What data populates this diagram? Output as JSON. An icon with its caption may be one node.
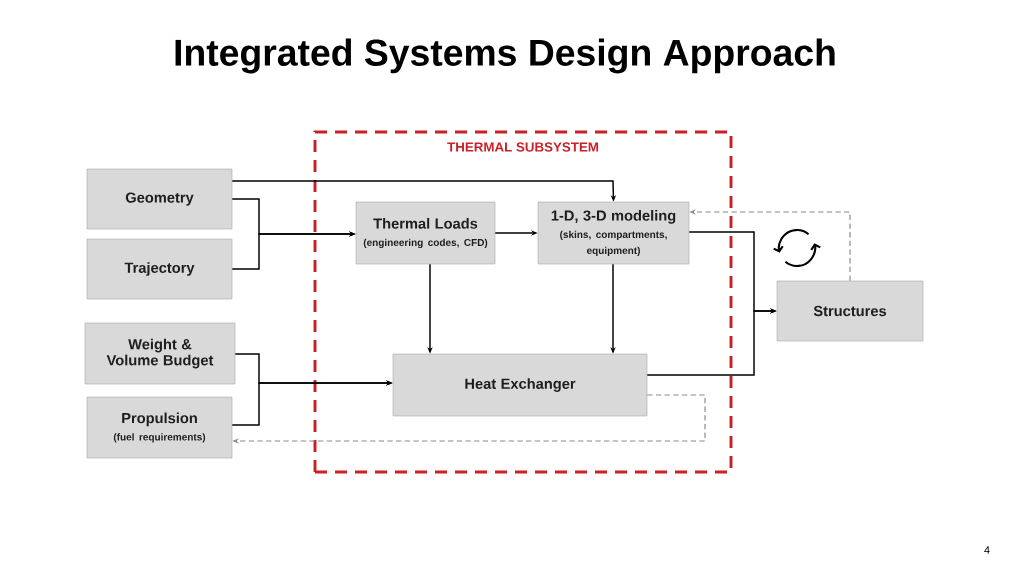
{
  "diagram": {
    "title": "Integrated Systems Design Approach",
    "nodes": [
      {
        "text": [
          "THERMAL SUBSYSTEM"
        ]
      },
      {
        "text": [
          "Geometry"
        ]
      },
      {
        "text": [
          "Trajectory"
        ]
      },
      {
        "text": [
          "Thermal Loads",
          "(engineering codes, CFD)"
        ],
        "in": 0
      },
      {
        "text": [
          "1-D, 3-D modeling",
          "(skins, compartments, equipment)"
        ],
        "in": 0
      },
      {
        "text": [
          "Structures"
        ]
      },
      {
        "text": [
          "Weight & Volume Budget"
        ]
      },
      {
        "text": [
          "Heat Exchanger"
        ],
        "in": 0
      },
      {
        "text": [
          "Propulsion",
          "(fuel requirements)"
        ]
      }
    ],
    "edges": [
      {
        "from": 1,
        "to": 4,
        "arrow": "to"
      },
      {
        "from": 1,
        "to": 3,
        "arrow": "to"
      },
      {
        "from": 2,
        "to": 3,
        "arrow": "to"
      },
      {
        "from": 3,
        "to": 4,
        "arrow": "to"
      },
      {
        "from": 3,
        "to": 7,
        "arrow": "to"
      },
      {
        "from": 4,
        "to": 7,
        "arrow": "to"
      },
      {
        "from": 4,
        "to": 5,
        "arrow": "to"
      },
      {
        "from": 7,
        "to": 5,
        "arrow": "to"
      },
      {
        "from": 6,
        "to": 7,
        "arrow": "to"
      },
      {
        "from": 8,
        "to": 7,
        "arrow": "to"
      },
      {
        "from": 5,
        "to": 4,
        "arrow": "to",
        "style": "dashed",
        "color": "#8c8c8c"
      },
      {
        "from": 7,
        "to": 8,
        "arrow": "to",
        "style": "dashed",
        "color": "#8c8c8c"
      }
    ],
    "labels": [
      "4"
    ]
  }
}
